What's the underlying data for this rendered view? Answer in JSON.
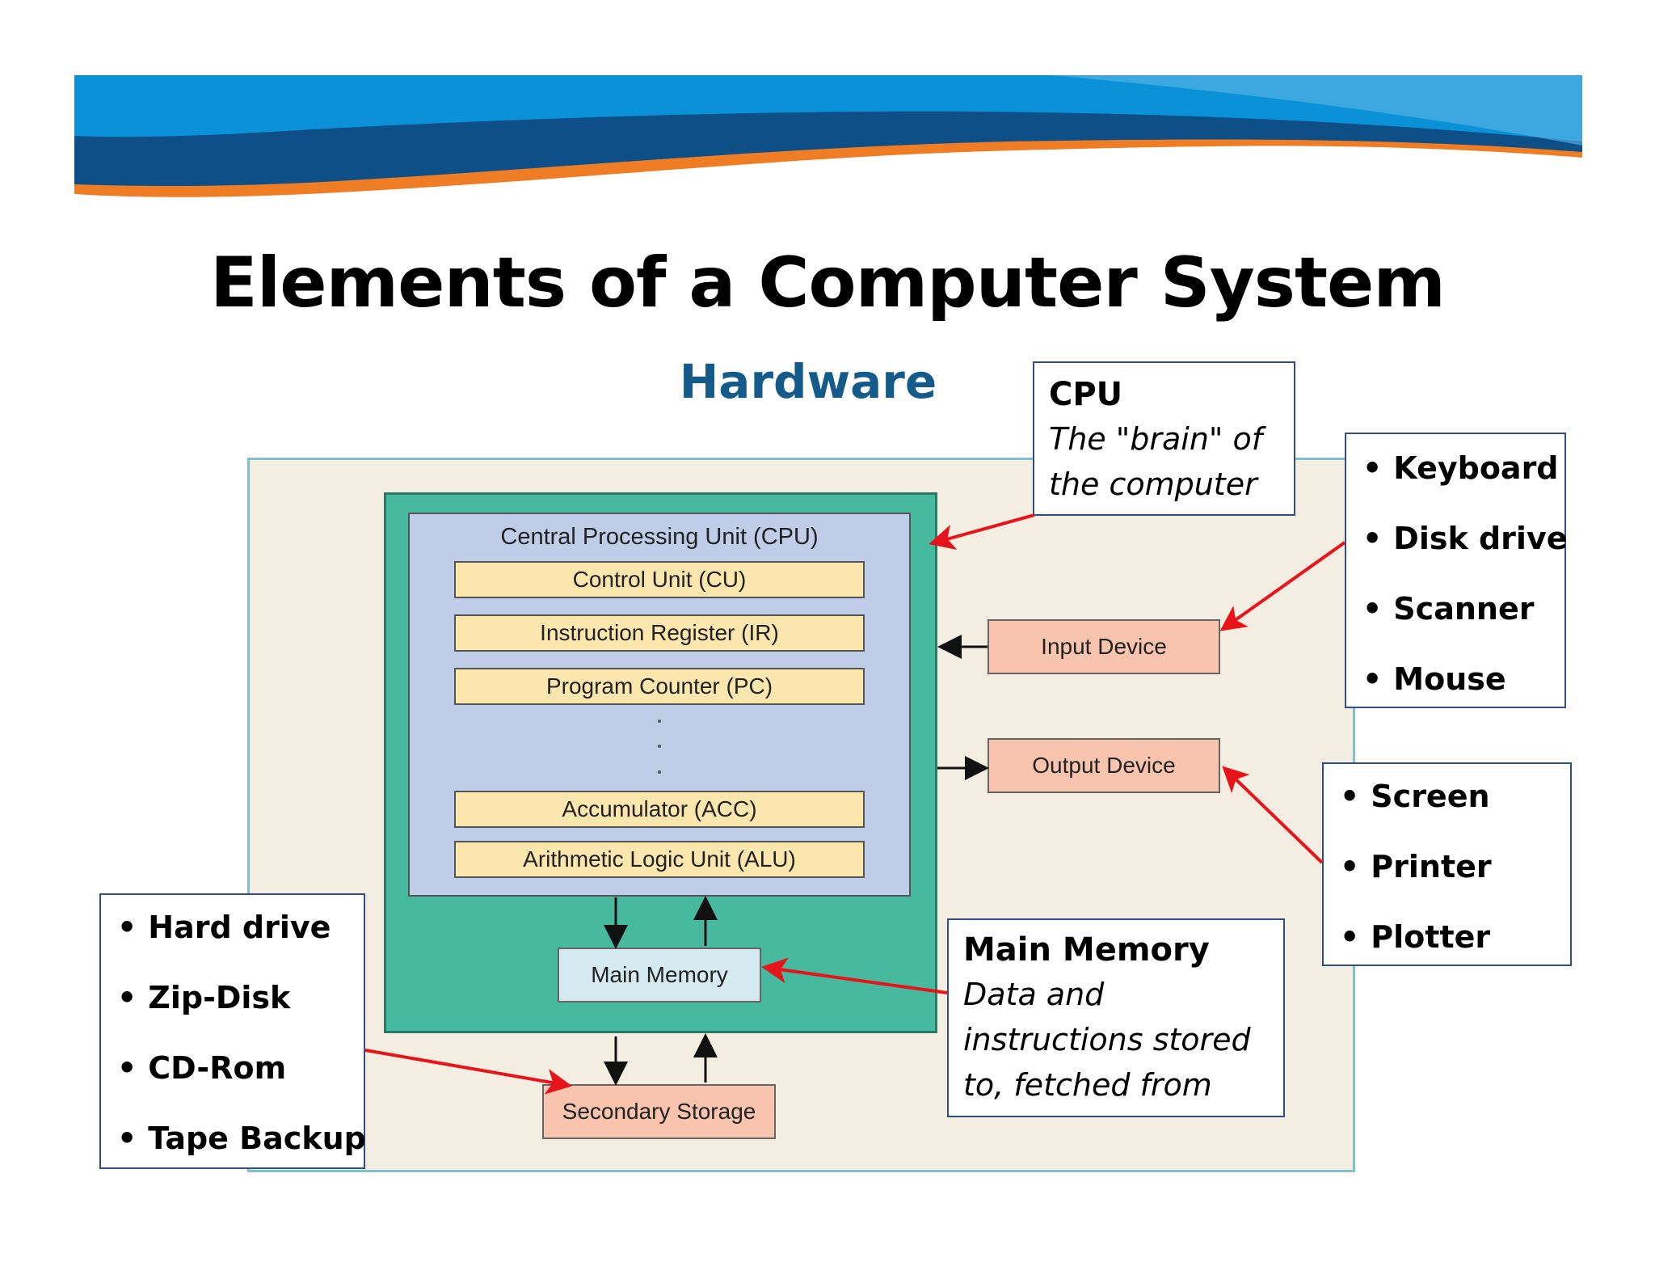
{
  "slide": {
    "title": "Elements of a Computer System",
    "subtitle": "Hardware",
    "colors": {
      "blue": "#0a91d8",
      "dark_blue": "#0d4f86",
      "orange": "#ef7d25",
      "accent_red": "#e8141b"
    }
  },
  "diagram": {
    "cpu_label": "Central Processing Unit (CPU)",
    "registers": [
      "Control Unit (CU)",
      "Instruction Register (IR)",
      "Program Counter (PC)",
      "Accumulator (ACC)",
      "Arithmetic Logic Unit (ALU)"
    ],
    "main_memory": "Main Memory",
    "input_device": "Input Device",
    "output_device": "Output Device",
    "secondary_storage": "Secondary Storage"
  },
  "callouts": {
    "cpu": {
      "heading": "CPU",
      "description": "The \"brain\" of the computer"
    },
    "main_memory": {
      "heading": "Main Memory",
      "description": "Data and instructions stored to, fetched from"
    },
    "input_devices": [
      "Keyboard",
      "Disk drive",
      "Scanner",
      "Mouse"
    ],
    "output_devices": [
      "Screen",
      "Printer",
      "Plotter"
    ],
    "storage_devices": [
      "Hard drive",
      "Zip-Disk",
      "CD-Rom",
      "Tape Backup"
    ]
  }
}
